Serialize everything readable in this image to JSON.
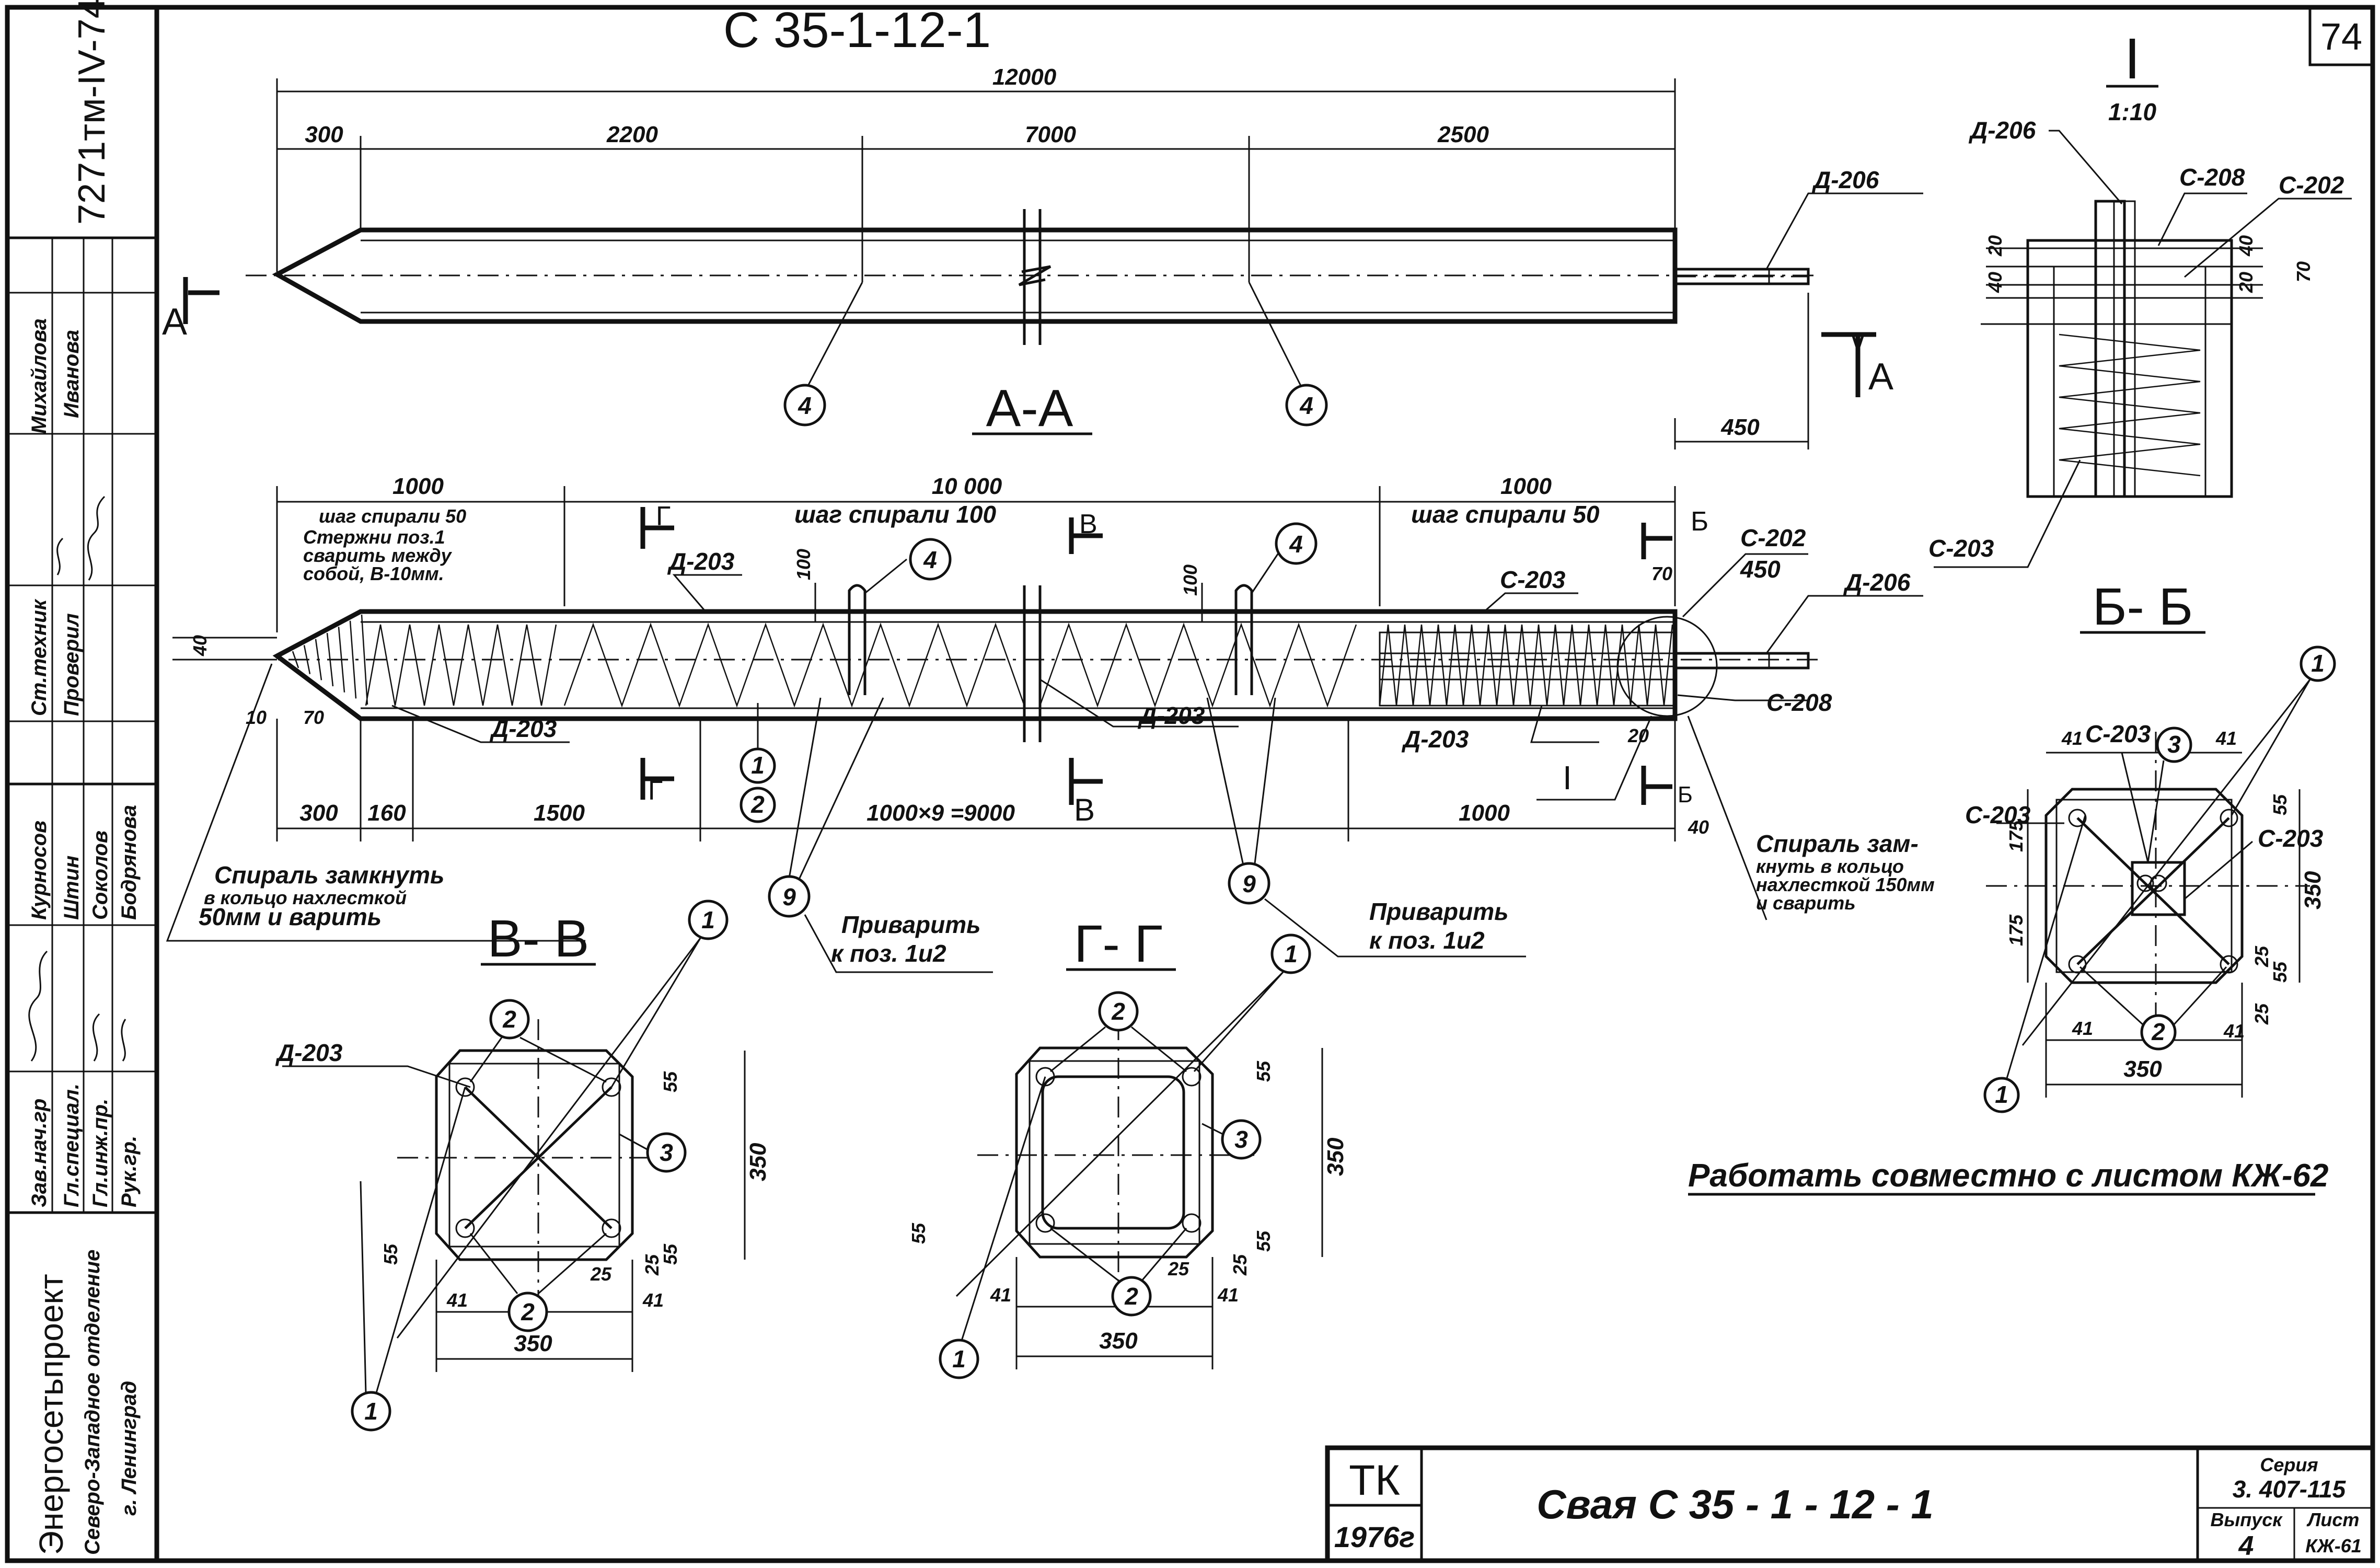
{
  "sheet": {
    "page_number": "74",
    "archive_code": "7271тм-IV-74",
    "mark": "С 35-1-12-1"
  },
  "elevation": {
    "total_length": "12000",
    "seg_tip": "300",
    "seg_1": "2200",
    "seg_2": "7000",
    "seg_3": "2500",
    "head_extension": "450",
    "part_d206": "Д-206",
    "section_mark": "А",
    "callout_4": "4"
  },
  "section_aa": {
    "title": "А-А",
    "zone1_len": "1000",
    "zone2_len": "10 000",
    "zone3_len": "1000",
    "zone1_note": "шаг спирали 50",
    "zone1_note2": "Стержни поз.1",
    "zone1_note3": "сварить между",
    "zone1_note4": "собой, В-10мм.",
    "zone2_note": "шаг спирали 100",
    "zone3_note": "шаг спирали 50",
    "dim_100": "100",
    "dim_40": "40",
    "dim_70": "70",
    "dim_10": "10",
    "dim_20": "20",
    "dim_450": "450",
    "bot_300": "300",
    "bot_160": "160",
    "bot_1500": "1500",
    "bot_9000": "1000×9 =9000",
    "bot_1000": "1000",
    "bot_40": "40",
    "d203": "Д-203",
    "c203": "С-203",
    "c202": "С-202",
    "c208": "С-208",
    "d206": "Д-206",
    "cut_g": "Г",
    "cut_v": "В",
    "cut_b": "Б",
    "node_I": "I",
    "pos_1": "1",
    "pos_2": "2",
    "pos_4": "4",
    "pos_9": "9",
    "note_spiral_left_1": "Спираль замкнуть",
    "note_spiral_left_2": "в кольцо нахлесткой",
    "note_spiral_left_3": "50мм и  варить",
    "note_weld_1": "Приварить",
    "note_weld_2": "к поз. 1и2",
    "note_spiral_right_1": "Спираль зам-",
    "note_spiral_right_2": "кнуть в кольцо",
    "note_spiral_right_3": "нахлесткой 150мм",
    "note_spiral_right_4": "и сварить"
  },
  "node_I": {
    "title": "I",
    "scale": "1:10",
    "d206": "Д-206",
    "c208": "С-208",
    "c202": "С-202",
    "c203": "С-203",
    "d40": "40",
    "d20": "20",
    "d70": "70"
  },
  "section_bb": {
    "title": "Б- Б",
    "c203a": "С-203",
    "c203b": "С-203",
    "c203c": "С-203",
    "d41": "41",
    "d175": "175",
    "d350": "350",
    "d55": "55",
    "d25": "25",
    "pos_1": "1",
    "pos_2": "2",
    "pos_3": "3"
  },
  "section_vv": {
    "title": "В- В",
    "d203": "Д-203",
    "d55": "55",
    "d350": "350",
    "d41": "41",
    "d25": "25",
    "pos_1": "1",
    "pos_2": "2",
    "pos_3": "3"
  },
  "section_gg": {
    "title": "Г- Г",
    "d55": "55",
    "d350": "350",
    "d41": "41",
    "d25": "25",
    "pos_1": "1",
    "pos_2": "2",
    "pos_3": "3"
  },
  "note_joint": "Работать совместно с листом КЖ-62",
  "title_block": {
    "tk": "ТК",
    "year": "1976г",
    "name": "Свая   С 35 - 1 - 12 - 1",
    "series_label": "Серия",
    "series_value": "3. 407-115",
    "issue_label": "Выпуск",
    "issue_value": "4",
    "sheet_label": "Лист",
    "sheet_value": "КЖ-61"
  },
  "stamp": {
    "org_1": "Энергосетьпроект",
    "org_2": "Северо-Западное отделение",
    "org_3": "г. Ленинград",
    "roles": [
      "Ст.техник",
      "Проверил",
      "Зав.нач.гр",
      "Гл.специал.",
      "Гл.инж.пр.",
      "Рук.гр."
    ],
    "names": [
      "Михайлова",
      "Иванова",
      "Курносов",
      "Штин",
      "Соколов",
      "Бодрянова"
    ]
  }
}
